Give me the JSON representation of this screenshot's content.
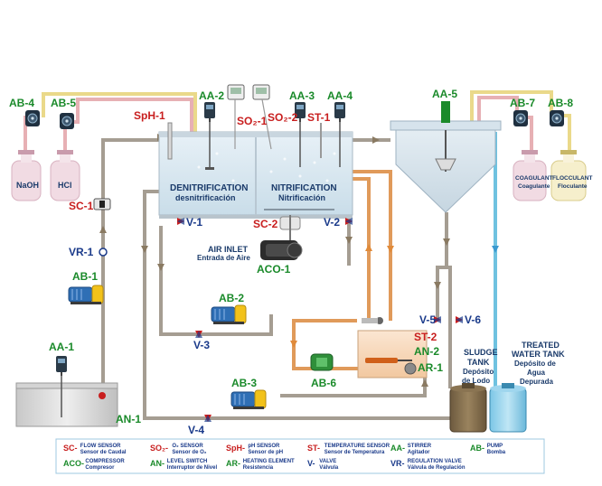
{
  "tags": {
    "ab4": "AB-4",
    "ab5": "AB-5",
    "aa2": "AA-2",
    "so2_1": "SO₂-1",
    "so2_2": "SO₂-2",
    "aa3": "AA-3",
    "aa4": "AA-4",
    "aa5": "AA-5",
    "ab7": "AB-7",
    "ab8": "AB-8",
    "sph1": "SpH-1",
    "st1": "ST-1",
    "sc1": "SC-1",
    "vr1": "VR-1",
    "ab1": "AB-1",
    "aa1": "AA-1",
    "an1": "AN-1",
    "v1": "V-1",
    "sc2": "SC-2",
    "v2": "V-2",
    "aco1": "ACO-1",
    "ab2": "AB-2",
    "v3": "V-3",
    "v4": "V-4",
    "ab3": "AB-3",
    "ab6": "AB-6",
    "st2": "ST-2",
    "an2": "AN-2",
    "ar1": "AR-1",
    "v5": "V-5",
    "v6": "V-6"
  },
  "labels": {
    "naoh": "NaOH",
    "hcl": "HCl",
    "denitrification": "DENITRIFICATION",
    "denitrificacion": "desnitrificación",
    "nitrification": "NITRIFICATION",
    "nitrificacion": "Nitrificación",
    "air_inlet": "AIR INLET",
    "entrada_aire": "Entrada de Aire",
    "coagulant": "COAGULANT",
    "coagulante": "Coagulante",
    "flocculant": "FLOCCULANT",
    "floculante": "Floculante",
    "sludge_tank": [
      "SLUDGE",
      "TANK",
      "Depósito",
      "de Lodo"
    ],
    "treated_tank": [
      "TREATED",
      "WATER TANK",
      "Depósito de",
      "Agua",
      "Depurada"
    ]
  },
  "legend": [
    {
      "code": "SC-",
      "en": "FLOW SENSOR",
      "es": "Sensor de Caudal",
      "color": "#c81e1e"
    },
    {
      "code": "SO₂-",
      "en": "O₂ SENSOR",
      "es": "Sensor de O₂",
      "color": "#c81e1e"
    },
    {
      "code": "SpH-",
      "en": "pH SENSOR",
      "es": "Sensor de pH",
      "color": "#c81e1e"
    },
    {
      "code": "ST-",
      "en": "TEMPERATURE SENSOR",
      "es": "Sensor de Temperatura",
      "color": "#c81e1e"
    },
    {
      "code": "AA-",
      "en": "STIRRER",
      "es": "Agitador",
      "color": "#1a8a2a"
    },
    {
      "code": "AB-",
      "en": "PUMP",
      "es": "Bomba",
      "color": "#1a8a2a"
    },
    {
      "code": "ACO-",
      "en": "COMPRESSOR",
      "es": "Compresor",
      "color": "#1a8a2a"
    },
    {
      "code": "AN-",
      "en": "LEVEL SWITCH",
      "es": "Interruptor de Nivel",
      "color": "#1a8a2a"
    },
    {
      "code": "AR-",
      "en": "HEATING ELEMENT",
      "es": "Resistencia",
      "color": "#1a8a2a"
    },
    {
      "code": "V-",
      "en": "VALVE",
      "es": "Válvula",
      "color": "#1a3a8a"
    },
    {
      "code": "VR-",
      "en": "REGULATION VALVE",
      "es": "Válvula de Regulación",
      "color": "#1a3a8a"
    }
  ],
  "colors": {
    "green": "#1a8a2a",
    "blue": "#1a3a8a",
    "red": "#c81e1e",
    "pump_blue": "#2f6fb5",
    "pump_yellow": "#f2c21a"
  }
}
